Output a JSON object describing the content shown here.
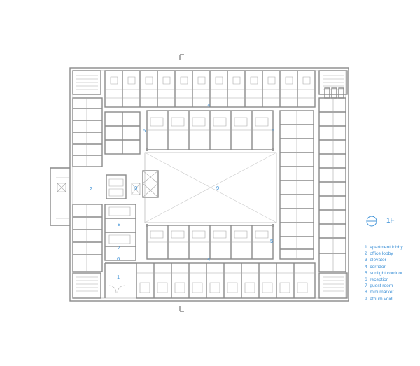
{
  "floor_label": "1F",
  "space_numbers": {
    "apartment_lobby": "1",
    "office_lobby": "2",
    "elevator": "3",
    "corridor": "4",
    "sunlight_corridor": "5",
    "reception": "6",
    "guest_room": "7",
    "mini_market": "8",
    "atrium_void": "9"
  },
  "legend": [
    {
      "num": "1",
      "label": "apartment lobby"
    },
    {
      "num": "2",
      "label": "office lobby"
    },
    {
      "num": "3",
      "label": "elevator"
    },
    {
      "num": "4",
      "label": "corridor"
    },
    {
      "num": "5",
      "label": "sunlight corridor"
    },
    {
      "num": "6",
      "label": "reception"
    },
    {
      "num": "7",
      "label": "guest room"
    },
    {
      "num": "8",
      "label": "mini market"
    },
    {
      "num": "9",
      "label": "atrium void"
    }
  ],
  "colors": {
    "accent": "#3a8fd6",
    "line": "#8a8a8a"
  }
}
